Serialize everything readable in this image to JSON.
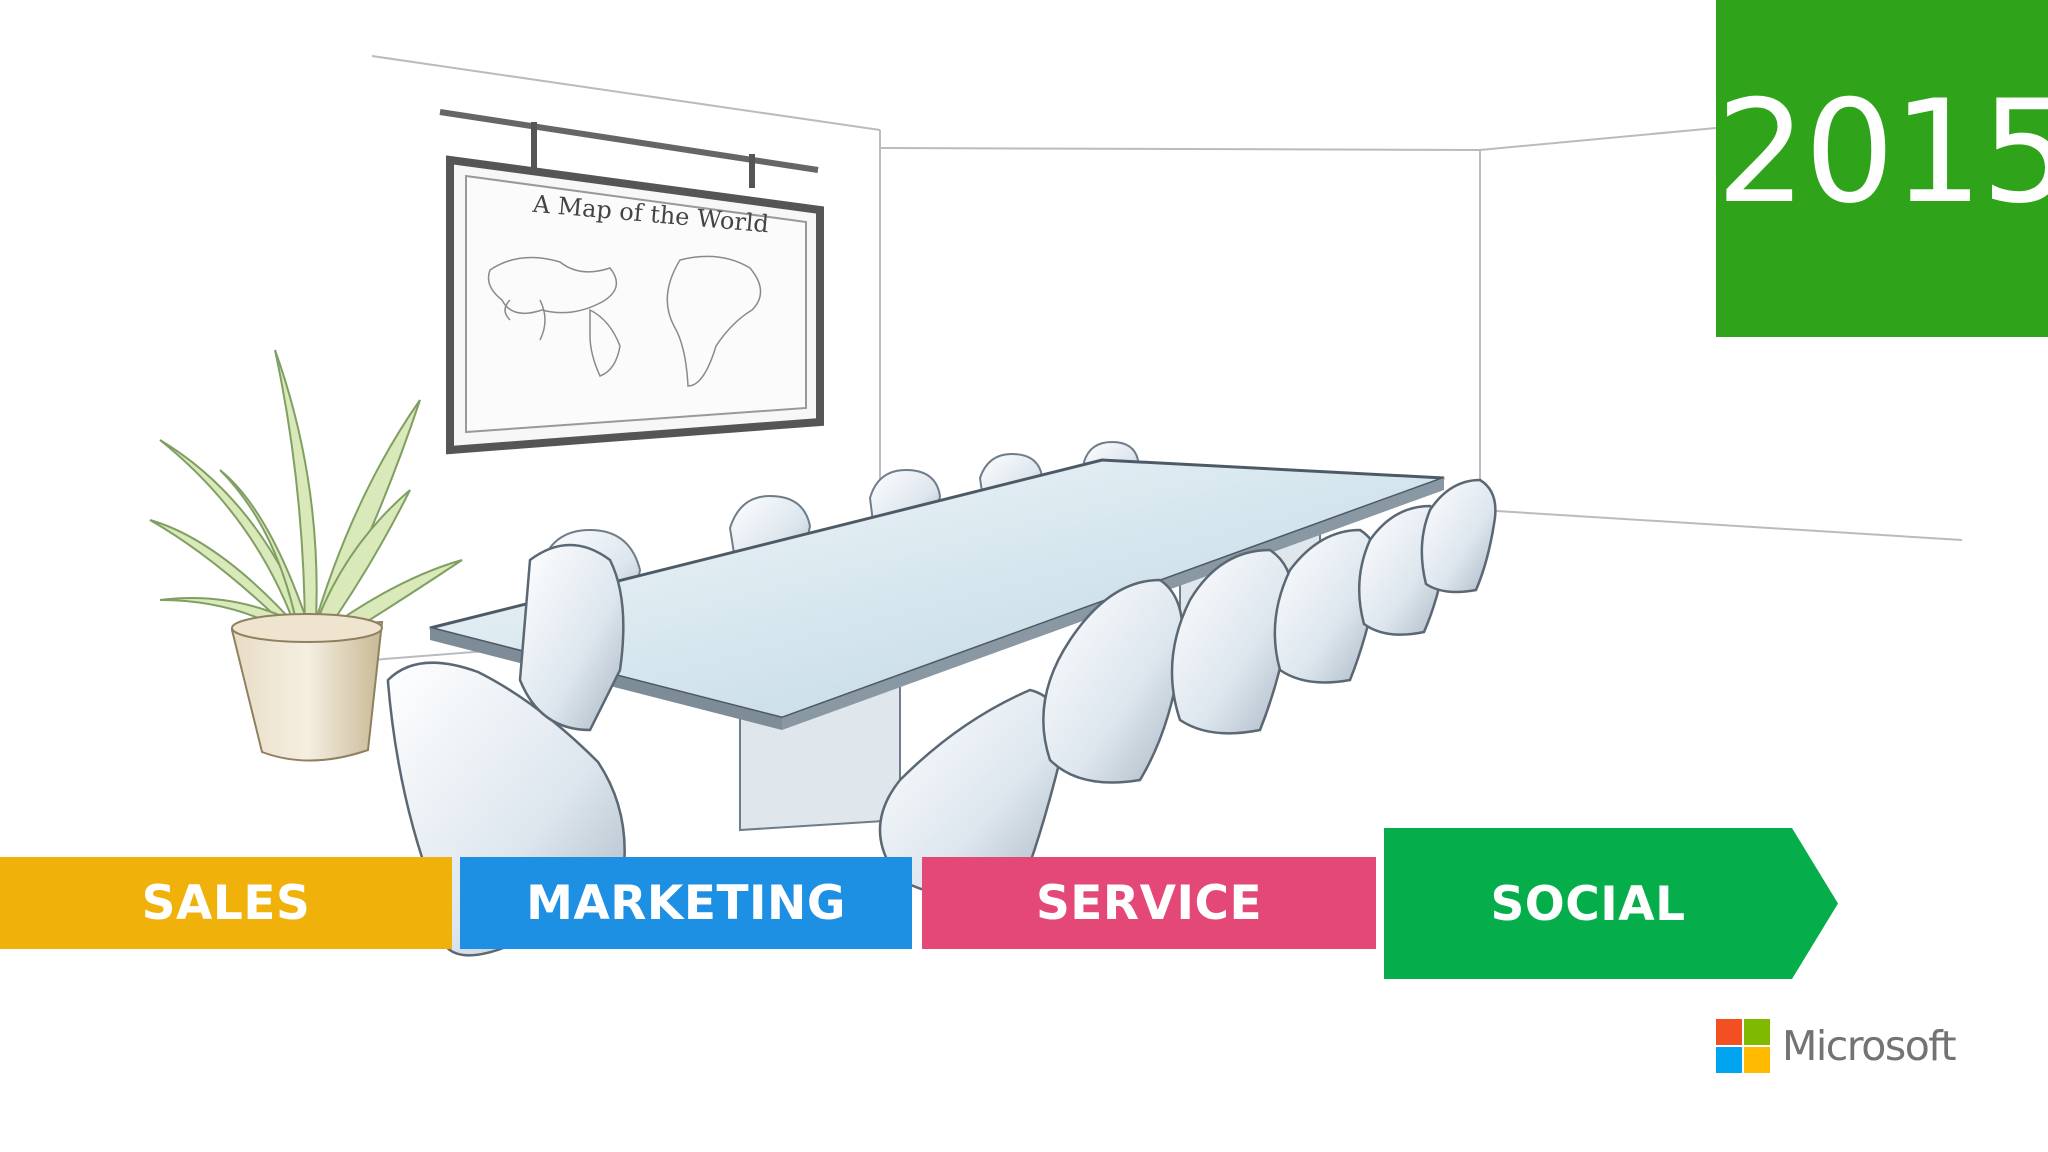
{
  "slide": {
    "year": "2015",
    "badge_color": "#2fa41b"
  },
  "scene": {
    "map_title": "A Map of the World",
    "description_icon": "conference-room-illustration"
  },
  "pipeline": {
    "stages": [
      {
        "label": "SALES",
        "color": "#f0b10b"
      },
      {
        "label": "MARKETING",
        "color": "#1e90e4"
      },
      {
        "label": "SERVICE",
        "color": "#e34877"
      },
      {
        "label": "SOCIAL",
        "color": "#06ae4b"
      }
    ]
  },
  "brand": {
    "name": "Microsoft",
    "colors": [
      "#f25022",
      "#7fba00",
      "#00a4ef",
      "#ffb900"
    ]
  }
}
